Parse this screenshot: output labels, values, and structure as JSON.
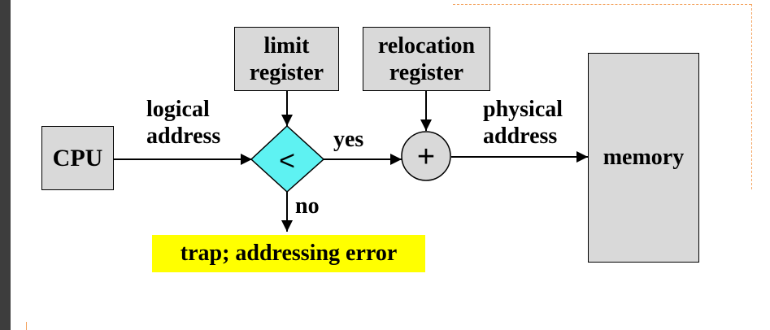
{
  "diagram": {
    "cpu": "CPU",
    "limit_register": "limit\nregister",
    "relocation_register": "relocation\nregister",
    "memory": "memory",
    "compare_symbol": "<",
    "add_symbol": "+",
    "logical_address": "logical\naddress",
    "physical_address": "physical\naddress",
    "yes": "yes",
    "no": "no",
    "trap": "trap; addressing error"
  },
  "colors": {
    "box_fill": "#d9d9d9",
    "comparator_fill": "#5ef2f2",
    "adder_fill": "#d9d9d9",
    "trap_fill": "#ffff00",
    "accent_dash": "#f4a460"
  }
}
